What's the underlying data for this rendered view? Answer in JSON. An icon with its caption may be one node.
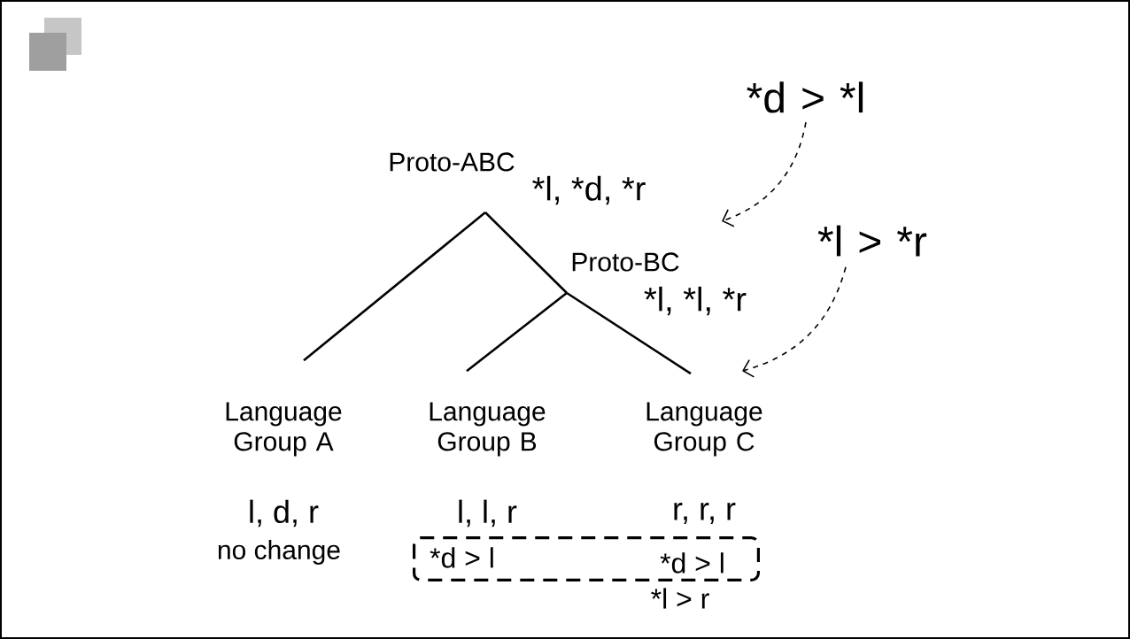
{
  "diagram": {
    "nodes": [
      {
        "text": [
          "Proto-ABC"
        ],
        "beside": [
          "*l, *d, *r"
        ]
      },
      {
        "text": [
          "Proto-BC"
        ],
        "beside": [
          "*l, *l, *r"
        ]
      },
      {
        "text": [
          "Language Group A"
        ],
        "beside": [
          "l, d, r",
          "no change"
        ]
      },
      {
        "text": [
          "Language Group B"
        ]
      },
      {
        "text": [
          "Language Group C"
        ]
      },
      {
        "text": [
          "*d > *l"
        ]
      },
      {
        "text": [
          "*l > *r"
        ]
      },
      {
        "text": [
          "*d > l",
          "*d > l"
        ],
        "beside": [
          "*l > r"
        ]
      }
    ],
    "edges": [
      {
        "from": 0,
        "to": 1,
        "arrow": "none"
      },
      {
        "from": 0,
        "to": 2,
        "arrow": "none"
      },
      {
        "from": 1,
        "to": 3,
        "arrow": "none"
      },
      {
        "from": 1,
        "to": 4,
        "arrow": "none"
      },
      {
        "from": 5,
        "to": null,
        "arrow": "to",
        "style": "dashed"
      },
      {
        "from": 6,
        "to": 4,
        "arrow": "to",
        "style": "dashed"
      }
    ],
    "labels": [
      "l, l, r",
      "r, r, r"
    ]
  }
}
